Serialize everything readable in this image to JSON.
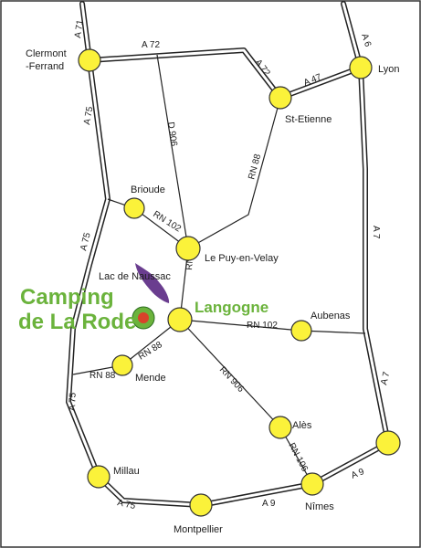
{
  "cities": {
    "clermont_line1": "Clermont",
    "clermont_line2": "-Ferrand",
    "lyon": "Lyon",
    "st_etienne": "St-Etienne",
    "brioude": "Brioude",
    "le_puy": "Le Puy-en-Velay",
    "langogne": "Langogne",
    "aubenas": "Aubenas",
    "mende": "Mende",
    "ales": "Alès",
    "millau": "Millau",
    "nimes": "Nîmes",
    "montpellier": "Montpellier"
  },
  "lake": {
    "label": "Lac de Naussac",
    "color": "#6a3d8f"
  },
  "campsite": {
    "line1": "Camping",
    "line2": "de La Rode",
    "color": "#6bb33c",
    "marker_color": "#d8432a"
  },
  "roads": {
    "a71": "A 71",
    "a72_west": "A 72",
    "a72_east": "A 72",
    "a47": "A 47",
    "a6": "A 6",
    "a75_upper": "A 75",
    "a75_mid": "A 75",
    "a75_lower": "A 75",
    "a75_south": "A 75",
    "a7_upper": "A 7",
    "a7_lower": "A 7",
    "a9_west": "A 9",
    "a9_east": "A 9",
    "d906": "D 906",
    "rn88_north": "RN 88",
    "rn88_mid": "RN 88",
    "rn88_mende_east": "RN 88",
    "rn88_mende_west": "RN 88",
    "rn102_north": "RN 102",
    "rn102_east": "RN 102",
    "rn906": "RN 906",
    "rn106": "RN 106"
  },
  "colors": {
    "town_fill": "#fbf23a",
    "road_outline": "#222222"
  }
}
